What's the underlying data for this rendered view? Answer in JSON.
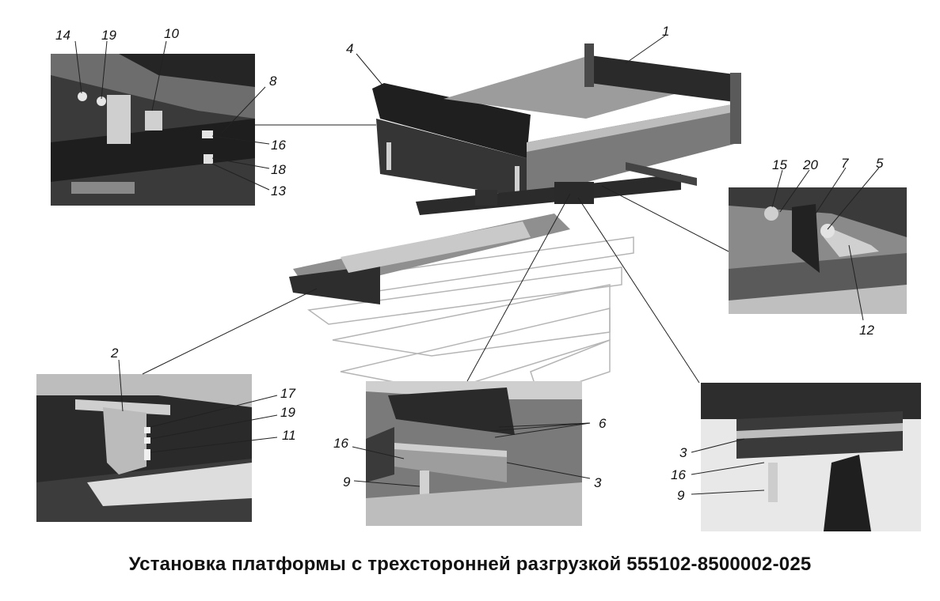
{
  "title": "Установка платформы с трехсторонней разгрузкой 555102-8500002-025",
  "callouts": {
    "top_left": [
      "14",
      "19",
      "10",
      "8",
      "16",
      "18",
      "13"
    ],
    "main": [
      "4",
      "1"
    ],
    "right_upper": [
      "15",
      "20",
      "7",
      "5",
      "12"
    ],
    "bottom_left": [
      "2",
      "17",
      "19",
      "11"
    ],
    "bottom_center": [
      "16",
      "9",
      "6",
      "3"
    ],
    "bottom_right": [
      "3",
      "16",
      "9"
    ]
  },
  "colors": {
    "photo_dark": "#2f2f2f",
    "photo_mid": "#8a8a8a",
    "photo_light": "#d8d8d8",
    "line": "#222222"
  }
}
